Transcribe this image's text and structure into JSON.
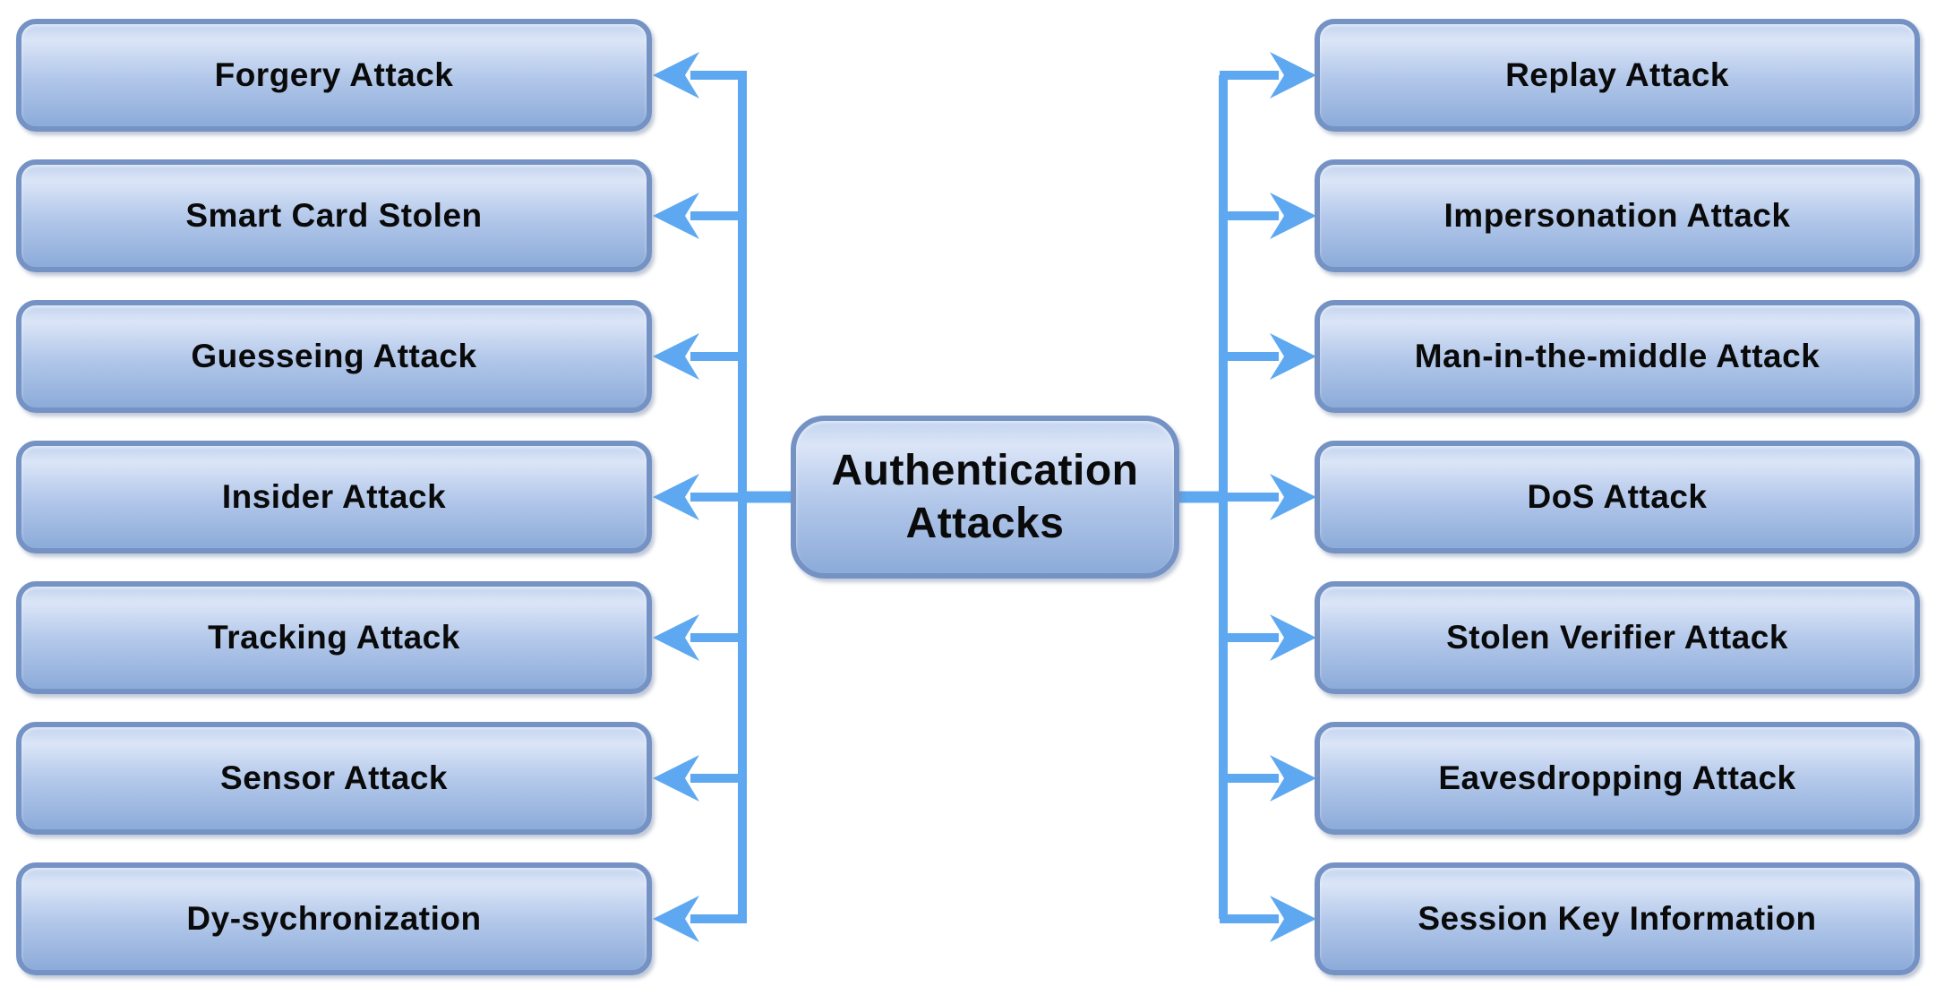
{
  "diagram": {
    "title": "Authentication Attacks",
    "center_node": {
      "label": "Authentication Attacks"
    },
    "left_column": {
      "items": [
        {
          "label": "Forgery Attack"
        },
        {
          "label": "Smart Card Stolen"
        },
        {
          "label": "Guesseing Attack"
        },
        {
          "label": "Insider Attack"
        },
        {
          "label": "Tracking Attack"
        },
        {
          "label": "Sensor Attack"
        },
        {
          "label": "Dy-sychronization"
        }
      ]
    },
    "right_column": {
      "items": [
        {
          "label": "Replay Attack"
        },
        {
          "label": "Impersonation Attack"
        },
        {
          "label": "Man-in-the-middle Attack"
        },
        {
          "label": "DoS Attack"
        },
        {
          "label": "Stolen Verifier Attack"
        },
        {
          "label": "Eavesdropping Attack"
        },
        {
          "label": "Session Key Information"
        }
      ]
    },
    "colors": {
      "box-border": "#7592c4",
      "box-fill-highlight": "#dbe5f7",
      "box-fill-top": "#c3d4ef",
      "box-fill-mid": "#b3c8ea",
      "box-fill-bottom": "#8cabd9",
      "arrow": "#5da8f0",
      "text": "#0a0a0a",
      "background": "#ffffff"
    }
  }
}
